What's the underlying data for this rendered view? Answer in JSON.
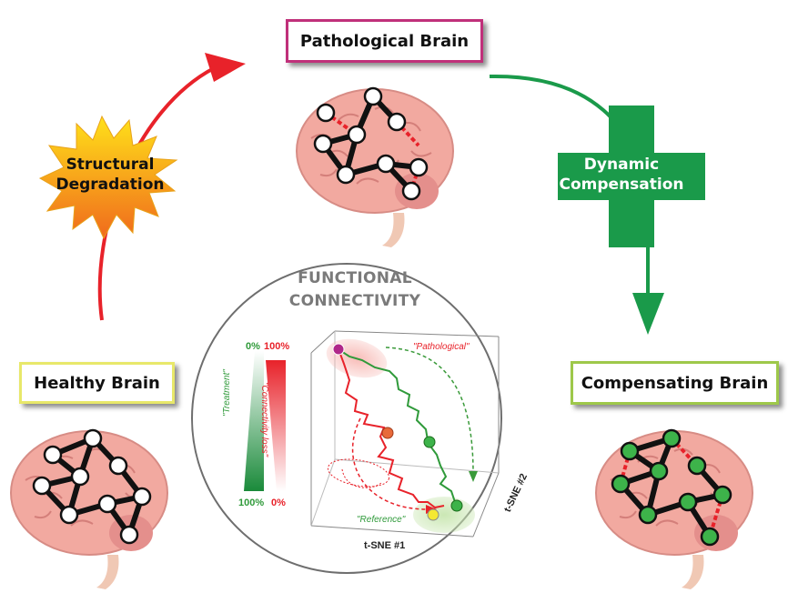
{
  "diagram": {
    "pathological_label": "Pathological Brain",
    "healthy_label": "Healthy Brain",
    "compensating_label": "Compensating Brain",
    "structural_line1": "Structural",
    "structural_line2": "Degradation",
    "dynamic_line1": "Dynamic",
    "dynamic_line2": "Compensation",
    "fc_line1": "FUNCTIONAL",
    "fc_line2": "CONNECTIVITY"
  },
  "plot": {
    "pathological": "\"Pathological\"",
    "reference": "\"Reference\"",
    "treatment": "\"Treatment\"",
    "connectivity_loss": "\"Connectivity loss\"",
    "pct_0_top": "0%",
    "pct_100_top": "100%",
    "pct_100_bottom": "100%",
    "pct_0_bottom": "0%",
    "xaxis": "t-SNE #1",
    "yaxis": "t-SNE #2"
  },
  "colors": {
    "pathological_border": "#c0307a",
    "healthy_border": "#e8e86a",
    "compensating_border": "#9ec84a",
    "red_arrow": "#e8222a",
    "green_arrow": "#1a9a4a",
    "brain_pink": "#f2a9a0",
    "node_white": "#ffffff",
    "node_green": "#3db34a"
  }
}
